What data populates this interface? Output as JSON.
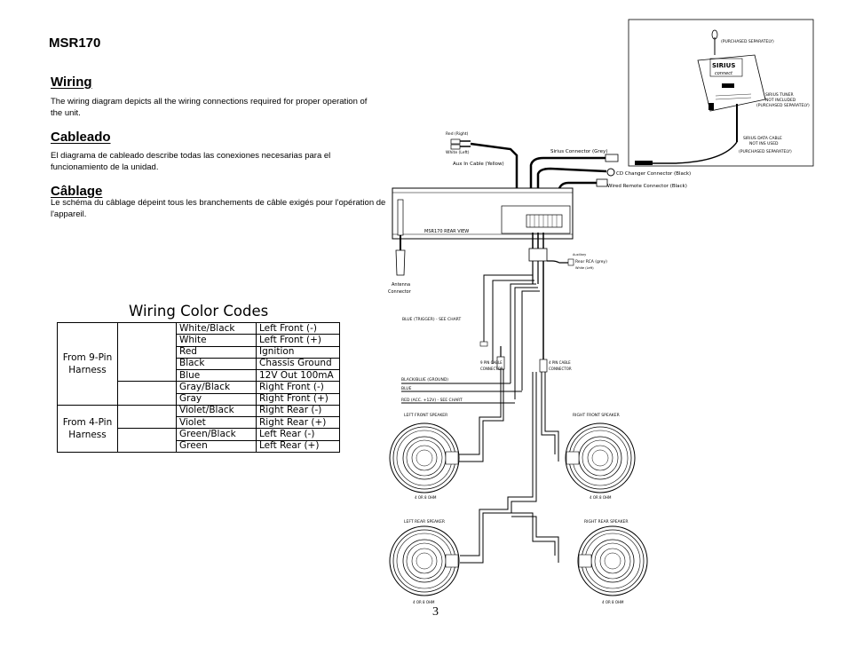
{
  "model": "MSR170",
  "sections": {
    "wiring": {
      "heading": "Wiring",
      "body": "The wiring diagram depicts all the wiring connections required for proper operation of the unit."
    },
    "cableado": {
      "heading": "Cableado",
      "body": "El diagrama de cableado describe todas las conexiones necesarias para el funcionamiento de la unidad."
    },
    "cablage": {
      "heading": "Câblage",
      "body": "Le schéma du câblage dépeint tous les branchements de câble exigés pour l'opération de l'appareil."
    }
  },
  "color_codes": {
    "title": "Wiring Color Codes",
    "groups": [
      "From 9-Pin Harness",
      "From 4-Pin Harness"
    ],
    "rows": [
      {
        "color": "White/Black",
        "function": "Left Front (-)"
      },
      {
        "color": "White",
        "function": "Left Front (+)"
      },
      {
        "color": "Red",
        "function": "Ignition"
      },
      {
        "color": "Black",
        "function": "Chassis Ground"
      },
      {
        "color": "Blue",
        "function": "12V Out 100mA"
      },
      {
        "color": "Gray/Black",
        "function": "Right Front (-)"
      },
      {
        "color": "Gray",
        "function": "Right Front (+)"
      },
      {
        "color": "Violet/Black",
        "function": "Right Rear (-)"
      },
      {
        "color": "Violet",
        "function": "Right Rear (+)"
      },
      {
        "color": "Green/Black",
        "function": "Left Rear (-)"
      },
      {
        "color": "Green",
        "function": "Left Rear (+)"
      }
    ]
  },
  "diagram": {
    "purchased_separately": "(PURCHASED SEPARATELY)",
    "sirius_logo": "SIRIUS",
    "sirius_connect": "connect",
    "sirius_tuner": "SIRIUS TUNER",
    "not_included": "NOT INCLUDED",
    "purchased_separately_2": "(PURCHASED SEPARATELY)",
    "sirius_data_cable": "SIRIUS DATA CABLE",
    "not_this_used": "NOT INS USED",
    "purchased_separately_3": "(PURCHASED SEPARATELY)",
    "red_right": "Red (Right)",
    "white_left": "White (Left)",
    "sirius_connector": "Sirius Connector (Grey)",
    "aux_in": "Aux In Cable (Yellow)",
    "cd_changer": "CD Changer Connector (Black)",
    "wired_remote": "Wired Remote Connector (Black)",
    "rear_view": "MSR170  REAR  VIEW",
    "antenna": "Antenna",
    "connector": "Connector",
    "aux_label": "Auxiliary",
    "rear_rca": "Rear RCA  (grey)",
    "white_left_small": "White (Left)",
    "blue_trigger": "BLUE   (TRIGGER)  - SEE  CHART",
    "nine_pin": "9  PIN CABLE",
    "nine_pin_2": "CONNECTOR",
    "four_pin": "4  PIN CABLE",
    "four_pin_2": "CONNECTOR",
    "black_blue": "BLACK/BLUE  (GROUND)",
    "blue": "BLUE",
    "red_acc": "RED   (ACC. +12V)  - SEE CHART",
    "left_front": "LEFT FRONT SPEAKER",
    "right_front": "RIGHT FRONT SPEAKER",
    "left_rear": "LEFT REAR SPEAKER",
    "right_rear": "RIGHT REAR SPEAKER",
    "ohm_lf": "4  OR 8 OHM",
    "ohm_rf": "4  OR 8  OHM",
    "ohm_lr": "4  OR 8 OHM",
    "ohm_rr": "4  OR 8  OHM"
  },
  "page_number": "3"
}
